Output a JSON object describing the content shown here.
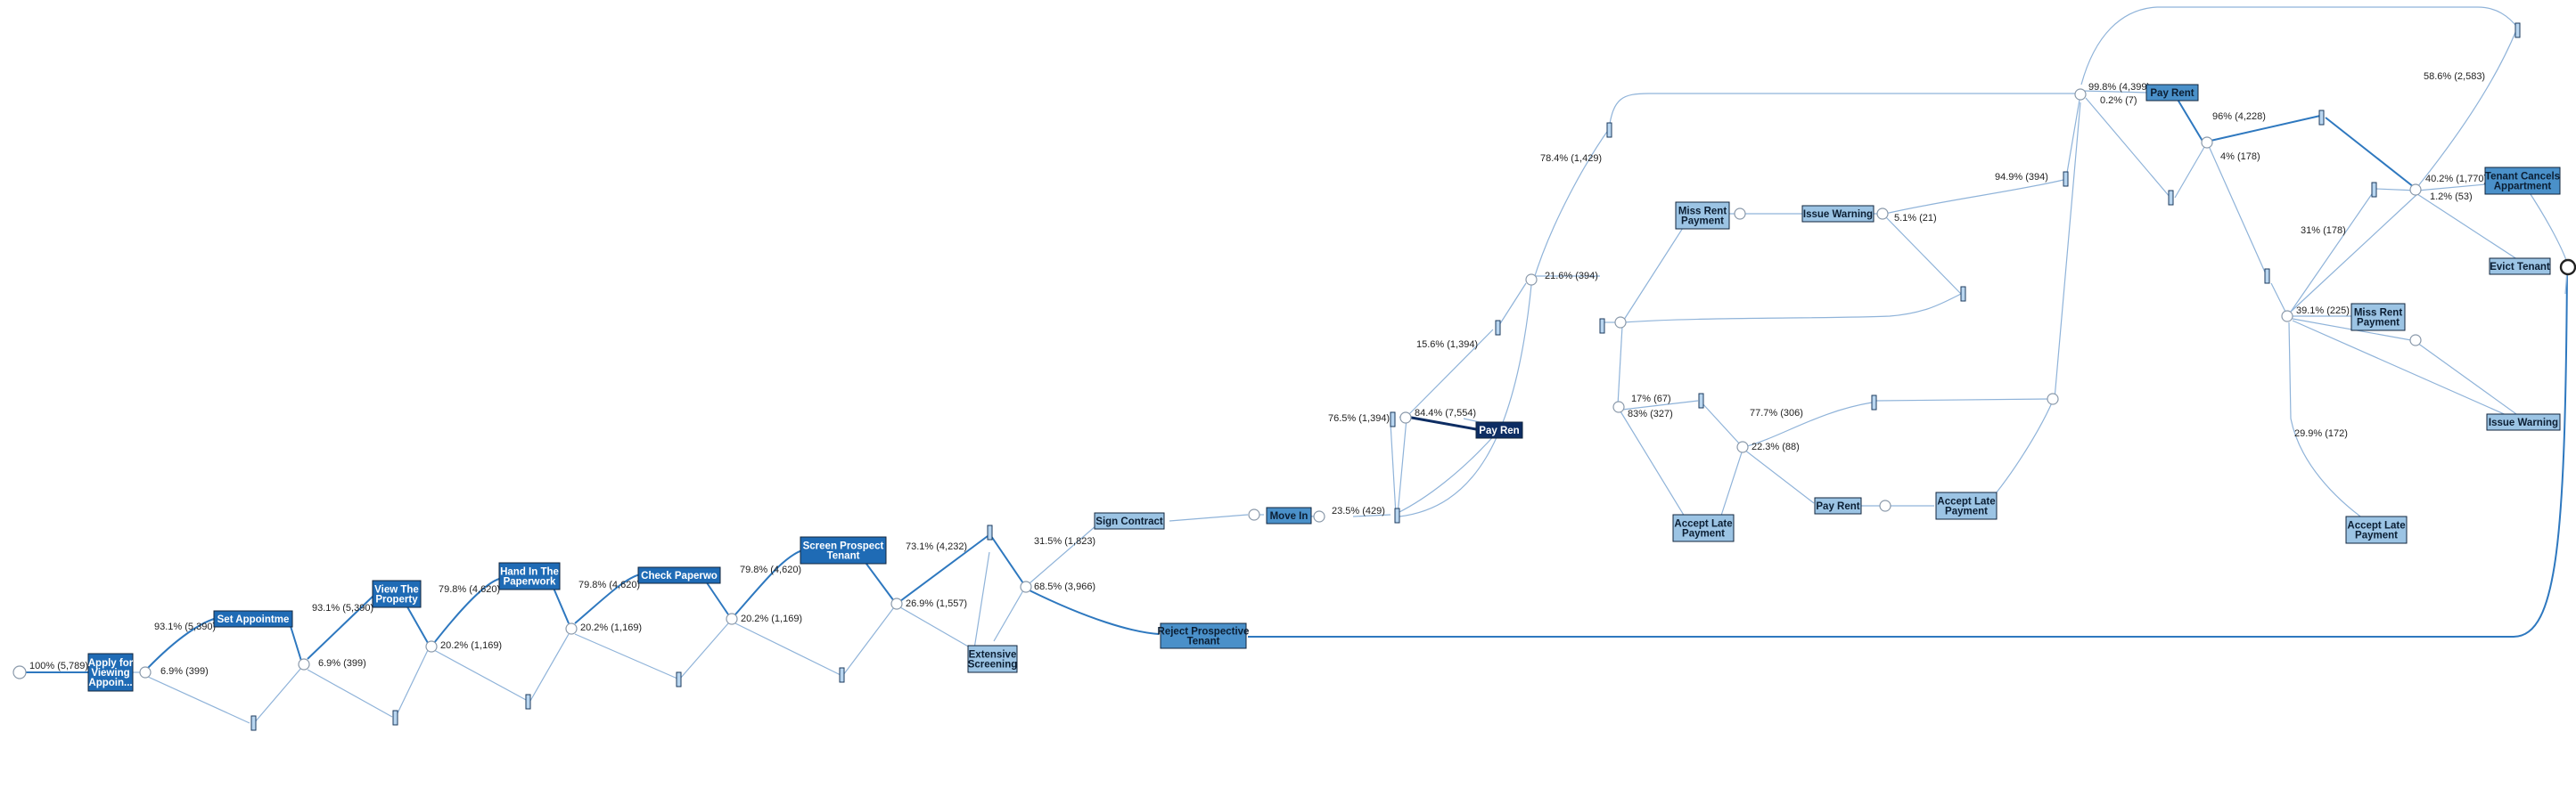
{
  "colors": {
    "activity_dark": "#0d2d63",
    "activity_strong": "#1f6bb5",
    "activity_medium": "#4a90c9",
    "activity_light": "#9cc4e4",
    "edge": "#8fb3d9",
    "edge_strong": "#2e78bf"
  },
  "activities": [
    {
      "id": "a_apply",
      "lines": [
        "Apply for",
        "Viewing",
        "Appoin..."
      ],
      "style": "strong"
    },
    {
      "id": "a_setappt",
      "lines": [
        "Set Appointme"
      ],
      "style": "strong"
    },
    {
      "id": "a_view",
      "lines": [
        "View The",
        "Property"
      ],
      "style": "strong"
    },
    {
      "id": "a_handin",
      "lines": [
        "Hand In The",
        "Paperwork"
      ],
      "style": "strong"
    },
    {
      "id": "a_checkpw",
      "lines": [
        "Check Paperwo"
      ],
      "style": "strong"
    },
    {
      "id": "a_screen",
      "lines": [
        "Screen Prospect",
        "Tenant"
      ],
      "style": "strong"
    },
    {
      "id": "a_extscreen",
      "lines": [
        "Extensive",
        "Screening"
      ],
      "style": "light"
    },
    {
      "id": "a_sign",
      "lines": [
        "Sign Contract"
      ],
      "style": "light"
    },
    {
      "id": "a_reject",
      "lines": [
        "Reject Prospective",
        "Tenant"
      ],
      "style": "medium"
    },
    {
      "id": "a_movein",
      "lines": [
        "Move In"
      ],
      "style": "medium"
    },
    {
      "id": "a_payrent1",
      "lines": [
        "Pay Ren"
      ],
      "style": "dark"
    },
    {
      "id": "a_missrent1",
      "lines": [
        "Miss Rent",
        "Payment"
      ],
      "style": "light"
    },
    {
      "id": "a_issuewarn1",
      "lines": [
        "Issue Warning"
      ],
      "style": "light"
    },
    {
      "id": "a_acceptlate1",
      "lines": [
        "Accept Late",
        "Payment"
      ],
      "style": "light"
    },
    {
      "id": "a_payrent2",
      "lines": [
        "Pay Rent"
      ],
      "style": "light"
    },
    {
      "id": "a_acceptlate2",
      "lines": [
        "Accept Late",
        "Payment"
      ],
      "style": "light"
    },
    {
      "id": "a_payrent3",
      "lines": [
        "Pay Rent"
      ],
      "style": "medium"
    },
    {
      "id": "a_tenantcancel",
      "lines": [
        "Tenant Cancels",
        "Appartment"
      ],
      "style": "medium"
    },
    {
      "id": "a_missrent2",
      "lines": [
        "Miss Rent",
        "Payment"
      ],
      "style": "light"
    },
    {
      "id": "a_evict",
      "lines": [
        "Evict Tenant"
      ],
      "style": "light"
    },
    {
      "id": "a_issuewarn2",
      "lines": [
        "Issue Warning"
      ],
      "style": "light"
    },
    {
      "id": "a_acceptlate3",
      "lines": [
        "Accept Late",
        "Payment"
      ],
      "style": "light"
    }
  ],
  "edge_labels": [
    "100% (5,789)",
    "93.1% (5,390)",
    "6.9% (399)",
    "93.1% (5,390)",
    "6.9% (399)",
    "79.8% (4,620)",
    "20.2% (1,169)",
    "79.8% (4,620)",
    "20.2% (1,169)",
    "79.8% (4,620)",
    "20.2% (1,169)",
    "73.1% (4,232)",
    "26.9% (1,557)",
    "31.5% (1,823)",
    "68.5% (3,966)",
    "76.5% (1,394)",
    "23.5% (429)",
    "15.6% (1,394)",
    "84.4% (7,554)",
    "78.4% (1,429)",
    "21.6% (394)",
    "5.1% (21)",
    "94.9% (394)",
    "17% (67)",
    "83% (327)",
    "22.3% (88)",
    "77.7% (306)",
    "99.8% (4,399)",
    "0.2% (7)",
    "96% (4,228)",
    "4% (178)",
    "58.6% (2,583)",
    "40.2% (1,770)",
    "1.2% (53)",
    "31% (178)",
    "39.1% (225)",
    "29.9% (172)"
  ]
}
